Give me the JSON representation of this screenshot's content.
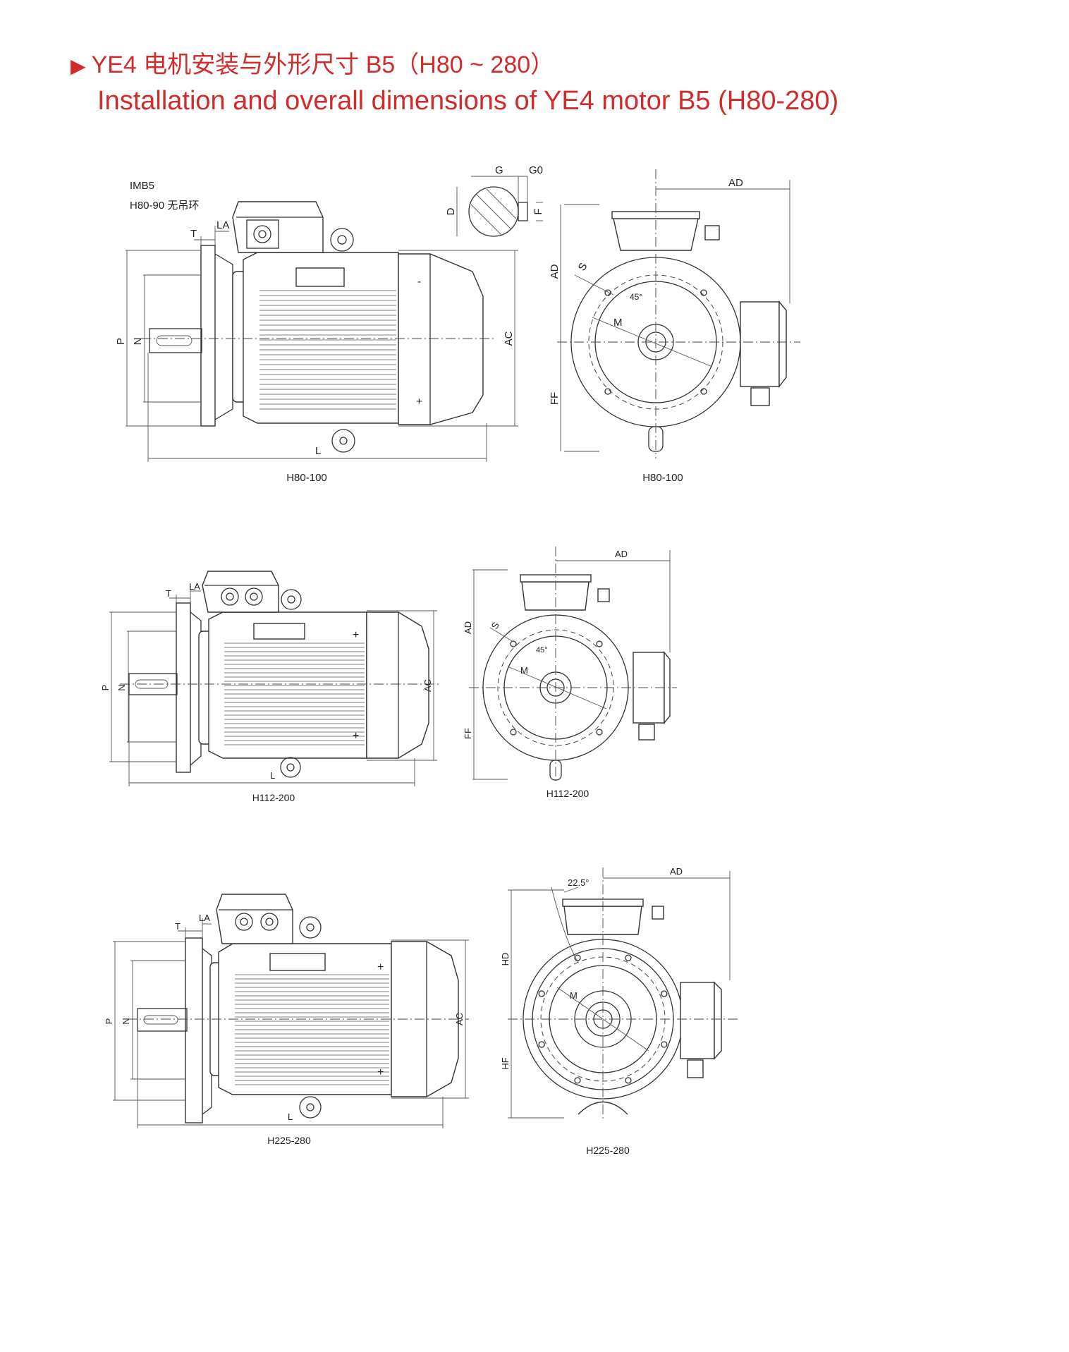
{
  "title": {
    "marker": "▶",
    "zh": "YE4 电机安装与外形尺寸 B5（H80 ~ 280）",
    "en": "Installation and overall dimensions of YE4 motor B5 (H80-280)"
  },
  "notes": {
    "imb5": "IMB5",
    "no_ring": "H80-90 无吊环"
  },
  "key_detail": {
    "g": "G",
    "g0": "G0",
    "d": "D",
    "f": "F"
  },
  "views": [
    {
      "side": {
        "t": "T",
        "la": "LA",
        "p": "P",
        "n": "N",
        "ac": "AC",
        "l": "L",
        "minus": "-",
        "plus": "+",
        "caption": "H80-100"
      },
      "end": {
        "ad_top": "AD",
        "ad_side": "AD",
        "ff": "FF",
        "s": "S",
        "m": "M",
        "angle": "45°",
        "caption": "H80-100"
      }
    },
    {
      "side": {
        "t": "T",
        "la": "LA",
        "p": "P",
        "n": "N",
        "ac": "AC",
        "l": "L",
        "plus1": "+",
        "plus2": "+",
        "caption": "H112-200"
      },
      "end": {
        "ad_top": "AD",
        "ad_side": "AD",
        "ff": "FF",
        "s": "S",
        "m": "M",
        "angle": "45°",
        "caption": "H112-200"
      }
    },
    {
      "side": {
        "t": "T",
        "la": "LA",
        "p": "P",
        "n": "N",
        "ac": "AC",
        "l": "L",
        "plus1": "+",
        "plus2": "+",
        "caption": "H225-280"
      },
      "end": {
        "ad_top": "AD",
        "hd": "HD",
        "hf": "HF",
        "m": "M",
        "angle": "22.5°",
        "caption": "H225-280"
      }
    }
  ],
  "colors": {
    "title": "#d12c2c",
    "line": "#333333"
  }
}
